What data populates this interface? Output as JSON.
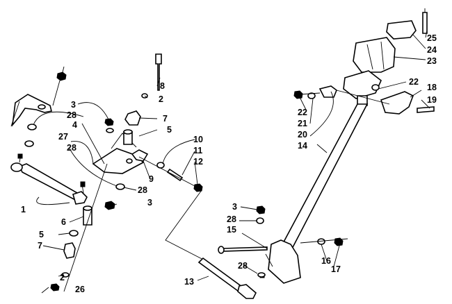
{
  "callouts": {
    "c1": "1",
    "c2a": "2",
    "c2b": "2",
    "c3a": "3",
    "c3b": "3",
    "c3c": "3",
    "c4": "4",
    "c5a": "5",
    "c5b": "5",
    "c6": "6",
    "c7a": "7",
    "c7b": "7",
    "c8": "8",
    "c9": "9",
    "c10": "10",
    "c11": "11",
    "c12": "12",
    "c13": "13",
    "c14": "14",
    "c15": "15",
    "c16": "16",
    "c17": "17",
    "c18": "18",
    "c19": "19",
    "c20": "20",
    "c21": "21",
    "c22a": "22",
    "c22b": "22",
    "c23": "23",
    "c24": "24",
    "c25": "25",
    "c26": "26",
    "c27": "27",
    "c28a": "28",
    "c28b": "28",
    "c28c": "28",
    "c28d": "28",
    "c28e": "28"
  }
}
